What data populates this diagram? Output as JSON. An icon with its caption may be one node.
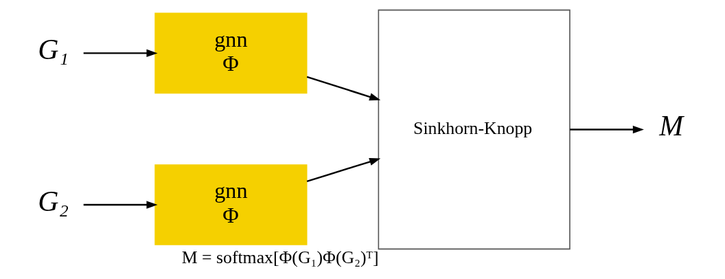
{
  "diagram": {
    "nodes": [
      {
        "text": [
          "G₁"
        ]
      },
      {
        "text": [
          "gnn",
          "Φ"
        ]
      },
      {
        "text": [
          "G₂"
        ]
      },
      {
        "text": [
          "gnn",
          "Φ"
        ]
      },
      {
        "text": [
          "Sinkhorn-Knopp"
        ],
        "beside": [
          "M = softmax[Φ(G₁)Φ(G₂)ᵀ]"
        ]
      },
      {
        "text": [
          "M"
        ]
      }
    ],
    "edges": [
      {
        "from": 0,
        "to": 1,
        "arrow": "to"
      },
      {
        "from": 1,
        "to": 4,
        "arrow": "to"
      },
      {
        "from": 2,
        "to": 3,
        "arrow": "to"
      },
      {
        "from": 3,
        "to": 4,
        "arrow": "to"
      },
      {
        "from": 4,
        "to": 5,
        "arrow": "to"
      }
    ]
  }
}
